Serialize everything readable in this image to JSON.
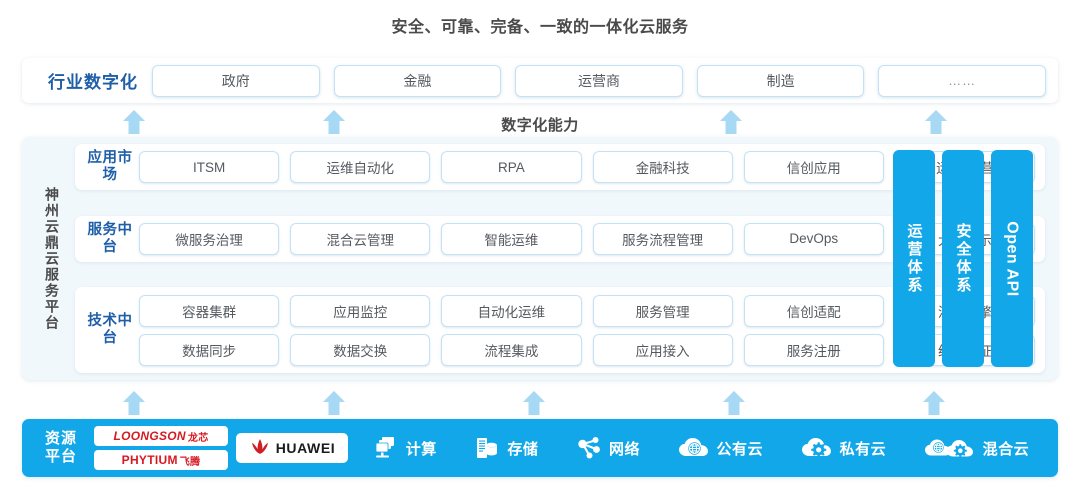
{
  "title": "安全、可靠、完备、一致的一体化云服务",
  "capability_label": "数字化能力",
  "colors": {
    "brand_blue": "#12a7e8",
    "label_blue": "#1f5fa8",
    "arrow_blue": "#a7d8f4",
    "box_border": "#c4e2f6",
    "panel_bg": "#f1f8fc",
    "text_gray": "#555a5f",
    "vendor_red": "#d71920"
  },
  "industry": {
    "label": "行业数字化",
    "items": [
      {
        "label": "政府"
      },
      {
        "label": "金融"
      },
      {
        "label": "运营商"
      },
      {
        "label": "制造"
      },
      {
        "label": "……"
      }
    ]
  },
  "platform": {
    "vertical_label": "神州云鼎云服务平台",
    "rows": [
      {
        "label": "应用市场",
        "lines": [
          [
            "ITSM",
            "运维自动化",
            "RPA",
            "金融科技",
            "信创应用",
            "运维/运营"
          ]
        ]
      },
      {
        "label": "服务中台",
        "lines": [
          [
            "微服务治理",
            "混合云管理",
            "智能运维",
            "服务流程管理",
            "DevOps",
            "大屏展示"
          ]
        ]
      },
      {
        "label": "技术中台",
        "lines": [
          [
            "容器集群",
            "应用监控",
            "自动化运维",
            "服务管理",
            "信创适配",
            "流程引擎"
          ],
          [
            "数据同步",
            "数据交换",
            "流程集成",
            "应用接入",
            "服务注册",
            "统一认证"
          ]
        ]
      }
    ]
  },
  "side_bars": [
    {
      "label": "运营体系",
      "orientation": "vertical-cn"
    },
    {
      "label": "安全体系",
      "orientation": "vertical-cn"
    },
    {
      "label": "Open API",
      "orientation": "rotated-en"
    }
  ],
  "resource": {
    "label_line1": "资源",
    "label_line2": "平台",
    "vendors": [
      {
        "brand": "LOONGSON",
        "cn": "龙芯",
        "italic": true
      },
      {
        "brand": "PHYTIUM",
        "cn": "飞腾",
        "italic": false
      }
    ],
    "huawei": {
      "name": "HUAWEI",
      "icon": "huawei-flower-icon"
    },
    "items": [
      {
        "label": "计算",
        "icon": "compute-servers-icon"
      },
      {
        "label": "存储",
        "icon": "storage-disk-icon"
      },
      {
        "label": "网络",
        "icon": "network-nodes-icon"
      },
      {
        "label": "公有云",
        "icon": "public-cloud-globe-icon"
      },
      {
        "label": "私有云",
        "icon": "private-cloud-gear-icon"
      },
      {
        "label": "混合云",
        "icon": "hybrid-cloud-icon"
      }
    ]
  },
  "arrows": {
    "top_row_x": [
      121,
      321,
      718,
      923
    ],
    "bottom_row_x": [
      121,
      321,
      521,
      721,
      921
    ]
  }
}
